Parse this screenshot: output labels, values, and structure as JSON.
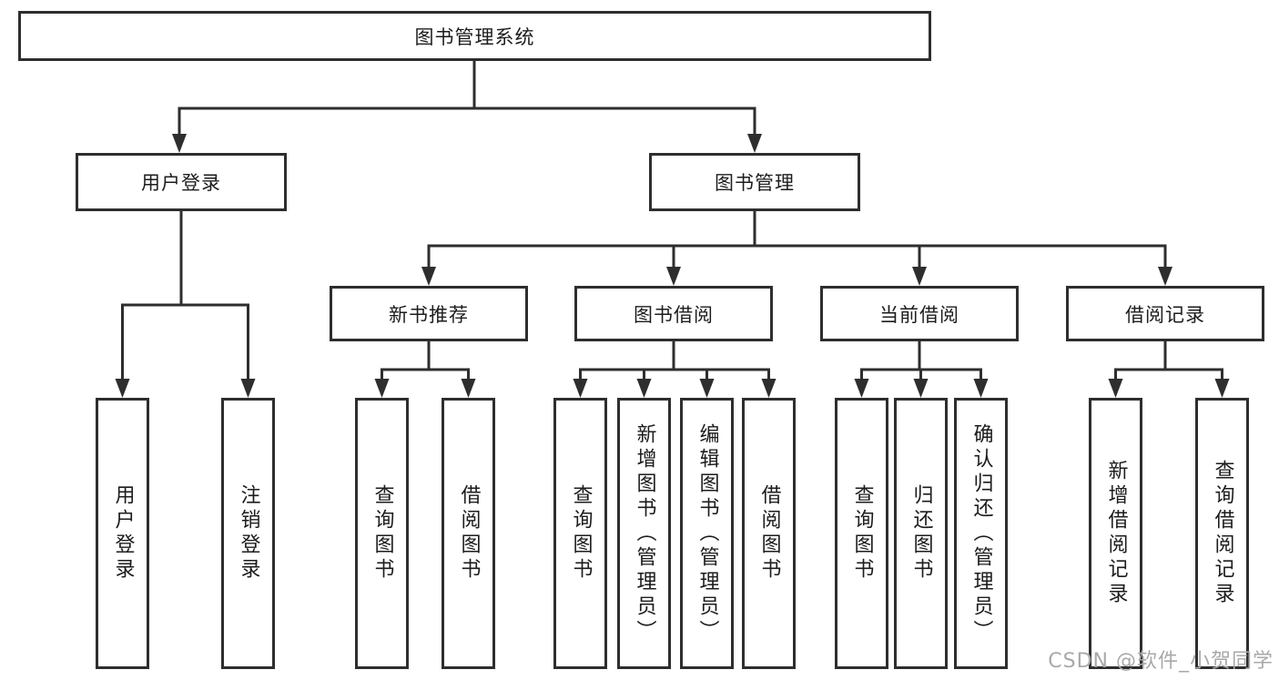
{
  "tree": {
    "label": "图书管理系统",
    "children": [
      {
        "label": "用户登录",
        "children": [
          {
            "label": "用户登录"
          },
          {
            "label": "注销登录"
          }
        ]
      },
      {
        "label": "图书管理",
        "children": [
          {
            "label": "新书推荐",
            "children": [
              {
                "label": "查询图书"
              },
              {
                "label": "借阅图书"
              }
            ]
          },
          {
            "label": "图书借阅",
            "children": [
              {
                "label": "查询图书"
              },
              {
                "label": "新增图书（管理员）"
              },
              {
                "label": "编辑图书（管理员）"
              },
              {
                "label": "借阅图书"
              }
            ]
          },
          {
            "label": "当前借阅",
            "children": [
              {
                "label": "查询图书"
              },
              {
                "label": "归还图书"
              },
              {
                "label": "确认归还（管理员）"
              }
            ]
          },
          {
            "label": "借阅记录",
            "children": [
              {
                "label": "新增借阅记录"
              },
              {
                "label": "查询借阅记录"
              }
            ]
          }
        ]
      }
    ]
  },
  "watermark": "CSDN @软件_小贺同学",
  "colors": {
    "line": "#2e2e2e",
    "text": "#1c1c1c",
    "watermark": "#a9a9a9",
    "background": "#ffffff"
  }
}
